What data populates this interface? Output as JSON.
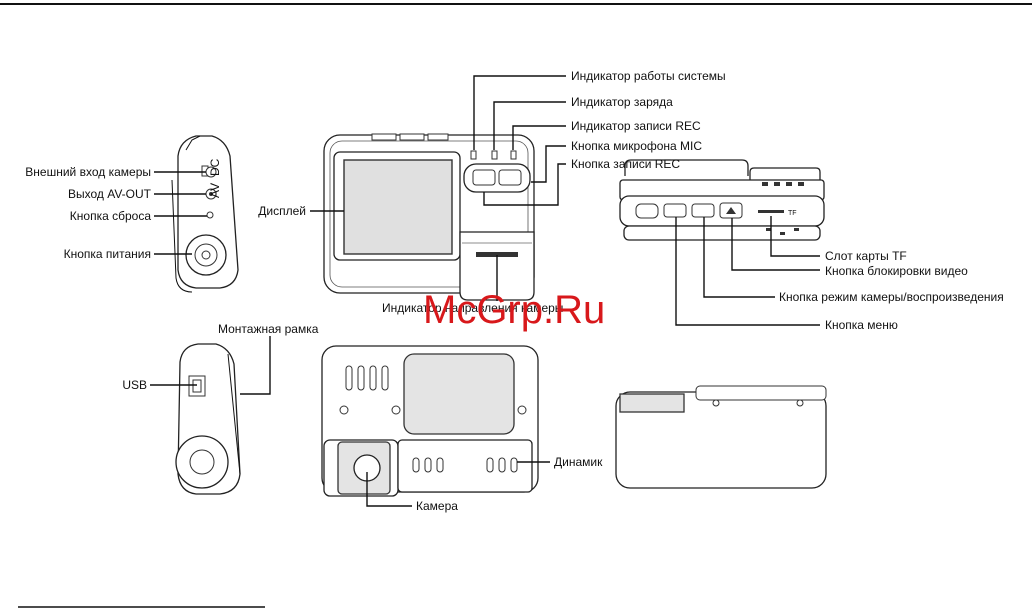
{
  "labels": {
    "system_indicator": "Индикатор работы системы",
    "charge_indicator": "Индикатор заряда",
    "rec_indicator": "Индикатор записи REC",
    "mic_button": "Кнопка микрофона MIC",
    "rec_button": "Кнопка записи REC",
    "ext_camera_input": "Внешний вход камеры",
    "av_out": "Выход AV-OUT",
    "reset_button": "Кнопка сброса",
    "power_button": "Кнопка питания",
    "display": "Дисплей",
    "direction_indicator": "Индикатор направления камеры",
    "tf_slot": "Слот карты TF",
    "video_lock_button": "Кнопка блокировки видео",
    "mode_button": "Кнопка режим камеры/воспроизведения",
    "menu_button": "Кнопка меню",
    "mount_frame": "Монтажная рамка",
    "usb": "USB",
    "speaker": "Динамик",
    "camera": "Камера"
  },
  "watermark": "McGrp.Ru",
  "colors": {
    "watermark": "#d8181b",
    "lines": "#111111"
  }
}
